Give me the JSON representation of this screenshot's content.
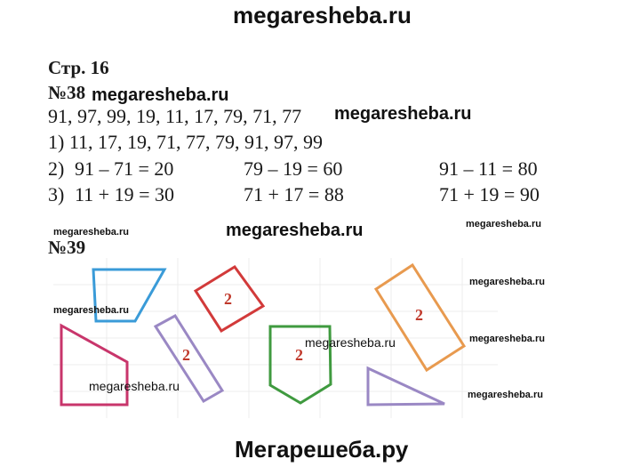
{
  "watermarks": {
    "top": "megaresheba.ru",
    "inline_38": "megaresheba.ru",
    "line1_right": "megaresheba.ru",
    "center": "megaresheba.ru",
    "right_small_1": "megaresheba.ru",
    "right_small_2": "megaresheba.ru",
    "right_small_3": "megaresheba.ru",
    "right_small_4": "megaresheba.ru",
    "left_small": "megaresheba.ru",
    "mid_figures": "megaresheba.ru",
    "lower_left": "megaresheba.ru",
    "bottom": "Мегарешеба.ру"
  },
  "page_label": "Стр. 16",
  "task38": {
    "number": "№38",
    "sequence": "91, 97, 99, 19, 11, 17, 79, 71, 77",
    "part1": "1) 11, 17, 19, 71, 77, 79, 91, 97, 99",
    "part2": {
      "prefix": "2)",
      "a": "91 – 71 = 20",
      "b": "79 – 19 = 60",
      "c": "91 – 11 = 80"
    },
    "part3": {
      "prefix": "3)",
      "a": "11 + 19 = 30",
      "b": "71 + 17 = 88",
      "c": "71 + 19 = 90"
    }
  },
  "task39": {
    "number": "№39",
    "marks": {
      "red_square": "2",
      "violet_rect": "2",
      "green_pentagon": "2",
      "orange_rect": "2"
    }
  },
  "colors": {
    "blue": "#3a9bd8",
    "red": "#d23a3a",
    "violet": "#9a88c4",
    "pink": "#c8356b",
    "green": "#3f9a3f",
    "orange": "#e89a4f",
    "mark_red": "#c0392b"
  }
}
